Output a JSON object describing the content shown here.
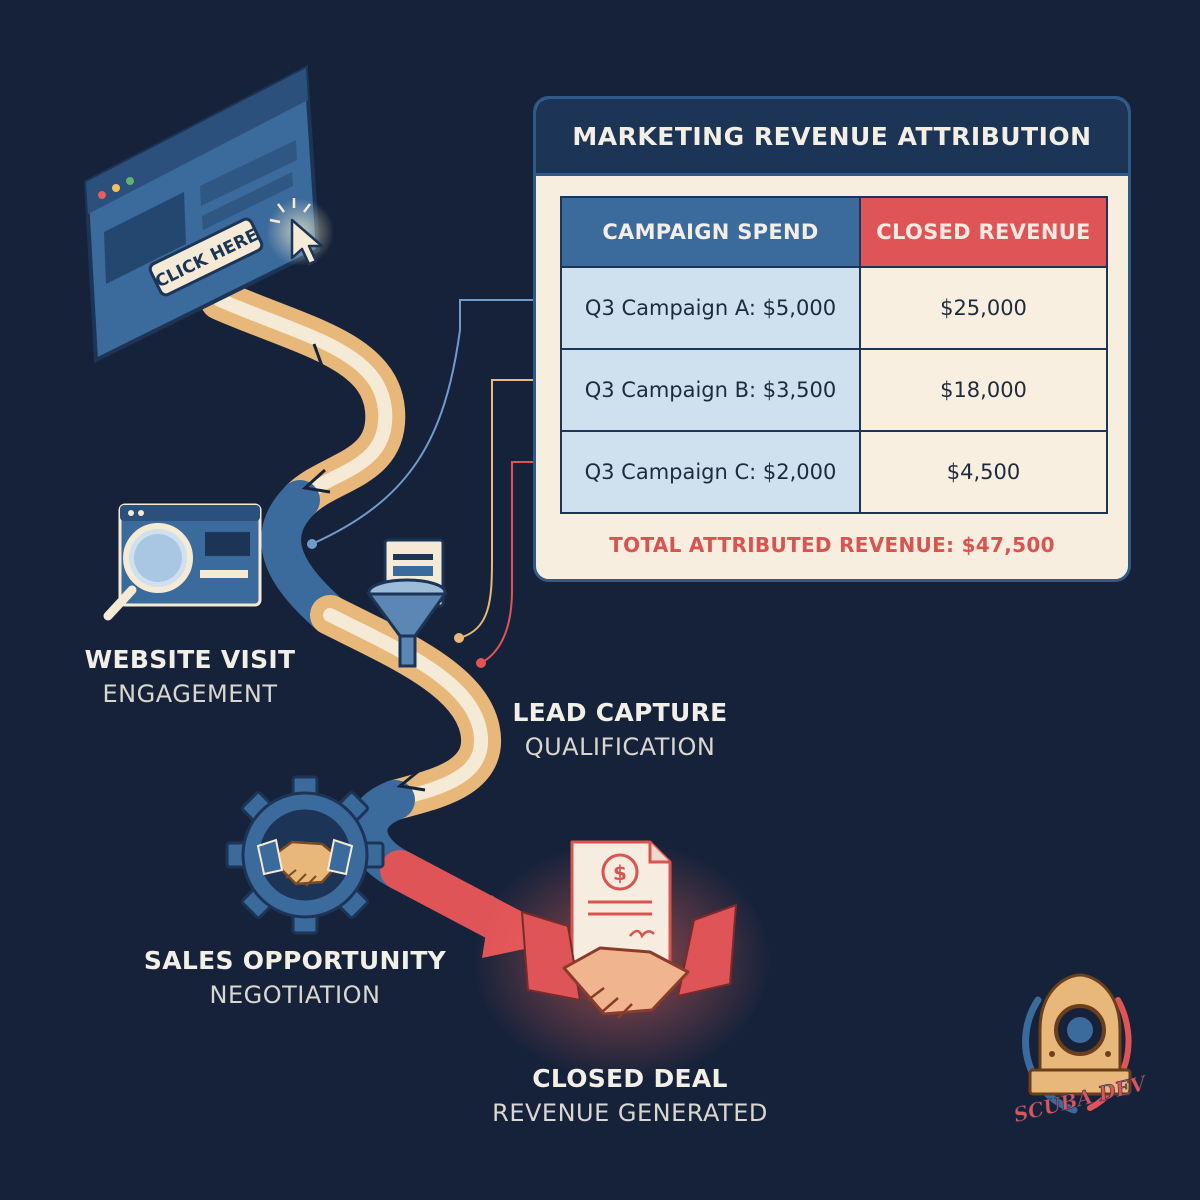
{
  "banner": {
    "cta": "CLICK HERE"
  },
  "stages": [
    {
      "title": "WEBSITE VISIT",
      "subtitle": "ENGAGEMENT"
    },
    {
      "title": "LEAD CAPTURE",
      "subtitle": "QUALIFICATION"
    },
    {
      "title": "SALES OPPORTUNITY",
      "subtitle": "NEGOTIATION"
    },
    {
      "title": "CLOSED DEAL",
      "subtitle": "REVENUE GENERATED"
    }
  ],
  "table": {
    "title": "MARKETING REVENUE ATTRIBUTION",
    "headers": [
      "CAMPAIGN SPEND",
      "CLOSED REVENUE"
    ],
    "rows": [
      {
        "campaign": "Q3 Campaign A: $5,000",
        "revenue": "$25,000"
      },
      {
        "campaign": "Q3 Campaign B: $3,500",
        "revenue": "$18,000"
      },
      {
        "campaign": "Q3 Campaign C: $2,000",
        "revenue": "$4,500"
      }
    ],
    "total": "TOTAL ATTRIBUTED REVENUE: $47,500"
  },
  "logo": {
    "text": "SCUBA DEV"
  },
  "colors": {
    "background": "#16223a",
    "blue": "#3b6a9c",
    "orange": "#e8b77a",
    "cream": "#f4ead6",
    "red": "#df5457",
    "navy": "#1c3456"
  },
  "icons": [
    "browser-window-icon",
    "cursor-icon",
    "magnifier-icon",
    "funnel-icon",
    "gear-icon",
    "handshake-icon",
    "invoice-icon",
    "diving-helmet-icon"
  ]
}
